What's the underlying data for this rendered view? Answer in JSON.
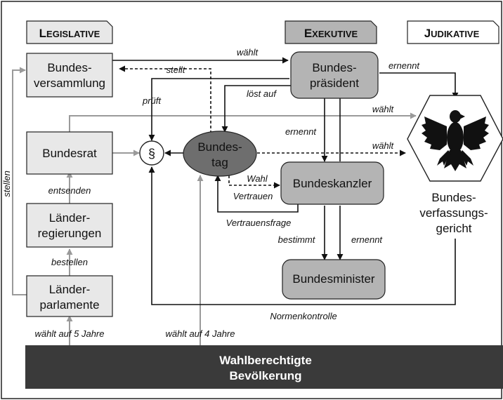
{
  "headers": {
    "legislative": {
      "first": "L",
      "rest": "EGISLATIVE"
    },
    "exekutive": {
      "first": "E",
      "rest": "XEKUTIVE"
    },
    "judikative": {
      "first": "J",
      "rest": "UDIKATIVE"
    }
  },
  "nodes": {
    "bundesversammlung": [
      "Bundes-",
      "versammlung"
    ],
    "bundesrat": [
      "Bundesrat"
    ],
    "laenderregierungen": [
      "Länder-",
      "regierungen"
    ],
    "laenderparlamente": [
      "Länder-",
      "parlamente"
    ],
    "bundespraesident": [
      "Bundes-",
      "präsident"
    ],
    "bundestag": [
      "Bundes-",
      "tag"
    ],
    "bundeskanzler": [
      "Bundeskanzler"
    ],
    "bundesminister": [
      "Bundesminister"
    ],
    "bundesverfassungsgericht": [
      "Bundes-",
      "verfassungs-",
      "gericht"
    ],
    "paragraph": "§"
  },
  "edge_labels": {
    "waehlt_top": "wählt",
    "stellt": "stellt",
    "ernennt_bvg": "ernennt",
    "prueft": "prüft",
    "loest_auf": "löst auf",
    "waehlt_bvg_1": "wählt",
    "ernennt_kanzler": "ernennt",
    "waehlt_bvg_2": "wählt",
    "wahl": "Wahl",
    "vertrauen": "Vertrauen",
    "vertrauensfrage": "Vertrauensfrage",
    "bestimmt": "bestimmt",
    "ernennt_minister": "ernennt",
    "normenkontrolle": "Normenkontrolle",
    "stellen": "stellen",
    "entsenden": "entsenden",
    "bestellen": "bestellen",
    "waehlt_5": "wählt auf 5 Jahre",
    "waehlt_4": "wählt auf 4 Jahre"
  },
  "footer": [
    "Wahlberechtigte",
    "Bevölkerung"
  ],
  "colors": {
    "light_box": "#e8e8e8",
    "mid_box": "#b4b4b4",
    "dark_node": "#6e6e6e",
    "footer_bg": "#3a3a3a",
    "gray_arrow": "#9a9a9a"
  }
}
